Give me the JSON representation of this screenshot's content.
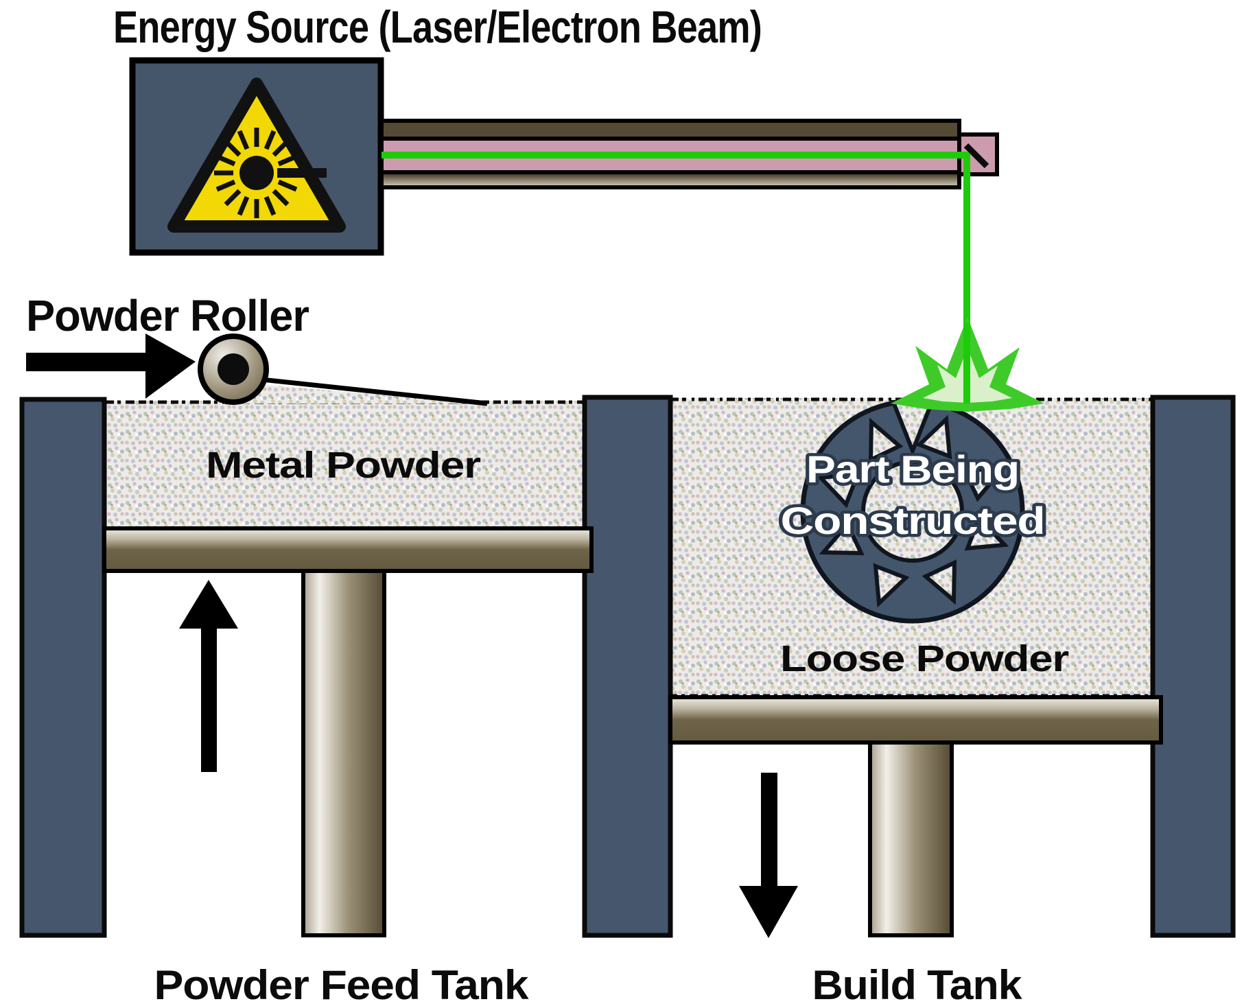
{
  "diagram": {
    "title": "Energy Source (Laser/Electron Beam)",
    "powder_roller_label": "Powder Roller",
    "feed_tank": {
      "powder_label": "Metal Powder",
      "tank_label": "Powder Feed Tank"
    },
    "build_tank": {
      "powder_label": "Loose Powder",
      "part_label_line1": "Part Being",
      "part_label_line2": "Constructed",
      "tank_label": "Build Tank"
    },
    "colors": {
      "structure_blue": "#46566c",
      "platform_olive": "#6f6449",
      "beam_tube_pink": "#cc9bae",
      "beam_rail_olive": "#554b35",
      "laser_green": "#1ecb0a",
      "burst_green": "#3ecb29",
      "burst_pale": "#daf0cb",
      "warning_yellow": "#f2d804",
      "ink": "#000000"
    }
  }
}
